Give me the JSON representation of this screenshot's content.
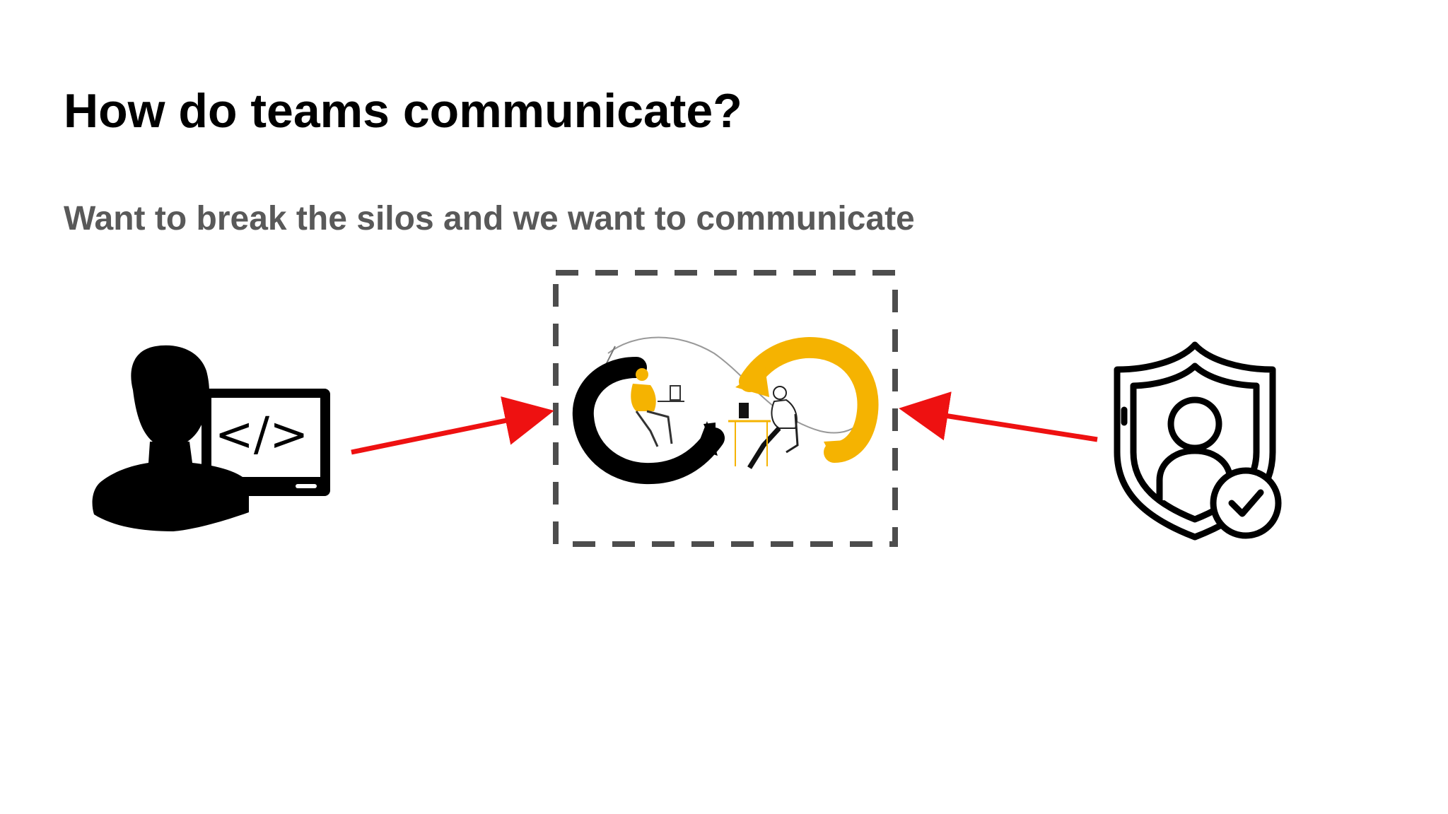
{
  "slide": {
    "title": "How do teams communicate?",
    "subtitle": "Want to break the silos and we want to communicate"
  },
  "diagram": {
    "developer": {
      "icon": "developer-with-monitor-icon",
      "monitor_text": "</>"
    },
    "center": {
      "icon": "devops-infinity-loop-illustration",
      "border_style": "dashed"
    },
    "security": {
      "icon": "shield-user-check-icon"
    },
    "arrow_color": "#ee1111",
    "border_color": "#4d4d4d",
    "accent_color": "#f5b301"
  }
}
